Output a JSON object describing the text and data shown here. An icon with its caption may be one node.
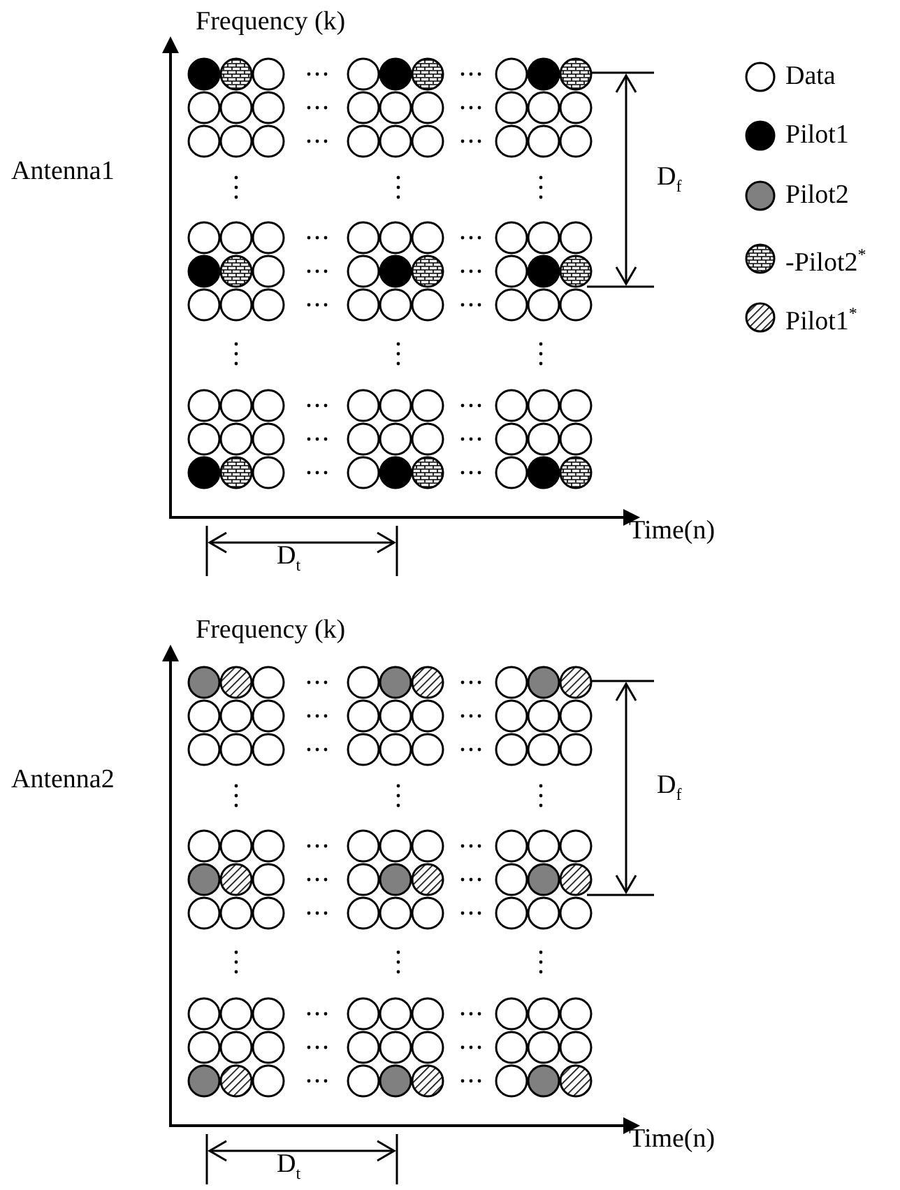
{
  "diagram": {
    "labels": [
      "Frequency (k)",
      "Antenna1",
      "D$_{f}$",
      "Time(n)",
      "D$_{t}$",
      "Frequency (k)",
      "Antenna2",
      "D$_{f}$",
      "Time(n)",
      "D$_{t}$"
    ],
    "legend": [
      {
        "text": "Data"
      },
      {
        "text": "Pilot1"
      },
      {
        "text": "Pilot2"
      },
      {
        "text": "-Pilot2$^{*}$"
      },
      {
        "text": "Pilot1$^{*}$"
      }
    ]
  }
}
